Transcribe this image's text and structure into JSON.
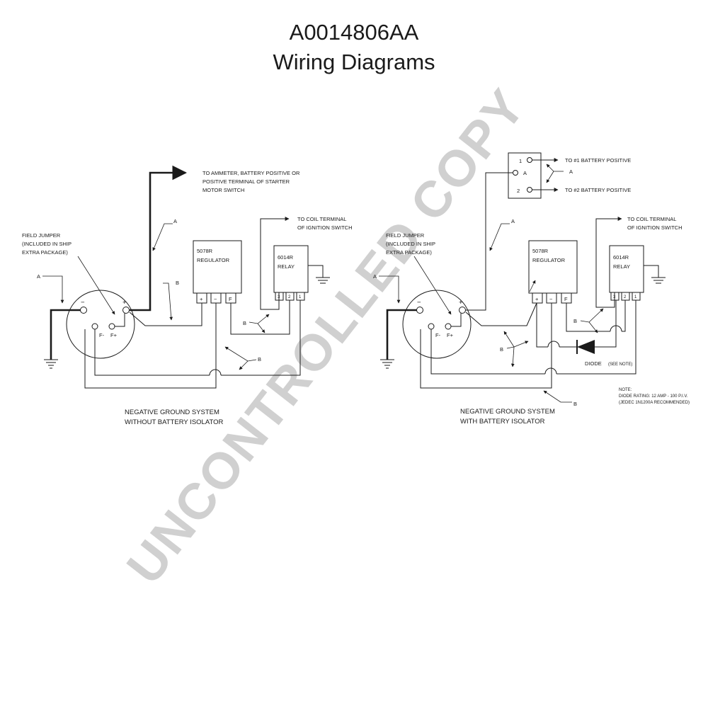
{
  "title": {
    "part_number": "A0014806AA",
    "subtitle": "Wiring Diagrams"
  },
  "watermark": "UNCONTROLLED COPY",
  "left_diagram": {
    "ammeter_label_1": "TO AMMETER, BATTERY POSITIVE OR",
    "ammeter_label_2": "POSITIVE TERMINAL OF STARTER",
    "ammeter_label_3": "MOTOR SWITCH",
    "coil_label_1": "TO COIL TERMINAL",
    "coil_label_2": "OF IGNITION SWITCH",
    "field_jumper_1": "FIELD JUMPER",
    "field_jumper_2": "(INCLUDED IN SHIP",
    "field_jumper_3": "EXTRA PACKAGE)",
    "regulator_1": "5078R",
    "regulator_2": "REGULATOR",
    "relay_1": "6014R",
    "relay_2": "RELAY",
    "callout_a": "A",
    "callout_b": "B",
    "term_plus": "+",
    "term_minus": "−",
    "term_f": "F",
    "relay_t3": "3",
    "relay_t2": "2",
    "relay_t1": "1",
    "alt_minus": "−",
    "alt_plus": "+",
    "alt_fminus": "F-",
    "alt_fplus": "F+",
    "caption_1": "NEGATIVE GROUND SYSTEM",
    "caption_2": "WITHOUT BATTERY ISOLATOR"
  },
  "right_diagram": {
    "iso_t1": "1",
    "iso_ta": "A",
    "iso_t2": "2",
    "battery1_label": "TO #1 BATTERY POSITIVE",
    "battery2_label": "TO #2 BATTERY POSITIVE",
    "coil_label_1": "TO COIL TERMINAL",
    "coil_label_2": "OF IGNITION SWITCH",
    "field_jumper_1": "FIELD JUMPER",
    "field_jumper_2": "(INCLUDED IN SHIP",
    "field_jumper_3": "EXTRA PACKAGE)",
    "regulator_1": "5078R",
    "regulator_2": "REGULATOR",
    "relay_1": "6014R",
    "relay_2": "RELAY",
    "callout_a": "A",
    "callout_b": "B",
    "term_plus": "+",
    "term_minus": "−",
    "term_f": "F",
    "relay_t3": "3",
    "relay_t2": "2",
    "relay_t1": "1",
    "alt_minus": "−",
    "alt_plus": "+",
    "alt_fminus": "F-",
    "alt_fplus": "F+",
    "diode_label": "DIODE",
    "diode_note_ref": "(SEE NOTE)",
    "note_1": "NOTE:",
    "note_2": "DIODE RATING: 12 AMP - 100 P.I.V.",
    "note_3": "(JEDEC 1N1200A RECOMMENDED)",
    "caption_1": "NEGATIVE GROUND SYSTEM",
    "caption_2": "WITH BATTERY ISOLATOR"
  }
}
